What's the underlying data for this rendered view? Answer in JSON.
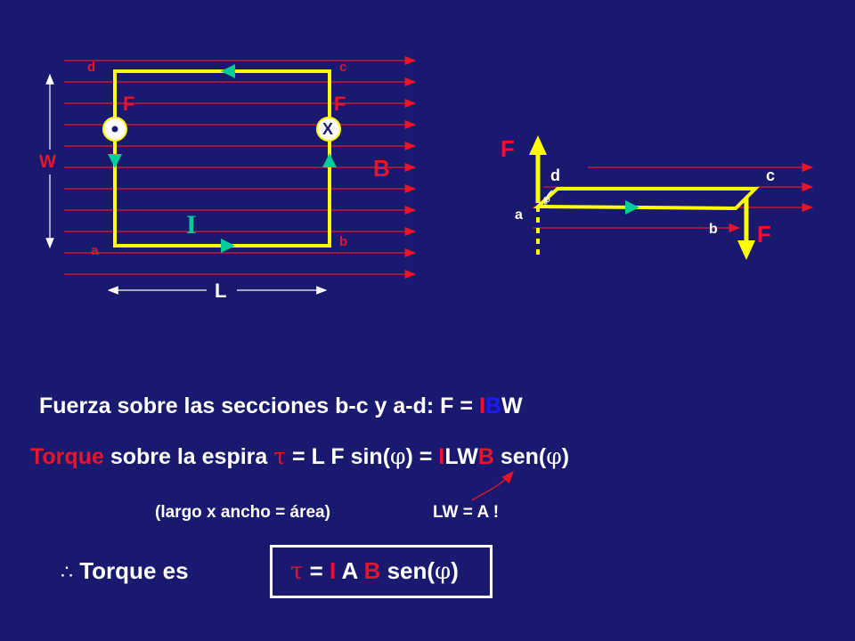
{
  "loop_diagram": {
    "corner_d": "d",
    "corner_c": "c",
    "corner_a": "a",
    "corner_b": "b",
    "force_left": "F",
    "force_right": "F",
    "into_page_symbol": "X",
    "width_label": "W",
    "length_label": "L",
    "field_label": "B",
    "current_label": "I"
  },
  "side_diagram": {
    "force_top": "F",
    "force_bottom": "F",
    "corner_d": "d",
    "corner_c": "c",
    "corner_a": "a",
    "corner_b": "b",
    "angle_symbol": "φ"
  },
  "line1": {
    "text": "Fuerza sobre las secciones b-c y a-d:  F = ",
    "I": "I",
    "B": "B",
    "W": "W"
  },
  "line2": {
    "torque_word": "Torque",
    "part1": " sobre la espira  ",
    "tau": "τ",
    "part2": " = L F sin(",
    "phi1": "φ",
    "part3": ") = ",
    "I": "I",
    "LW": "LW",
    "B": "B",
    "part4": " sen(",
    "phi2": "φ",
    "part5": ")"
  },
  "line3": {
    "text1": "(largo x ancho = área)",
    "text2": "LW = A !"
  },
  "line4": {
    "therefore": "∴",
    "text": "  Torque es",
    "tau": "τ",
    "eq": " = ",
    "I": "I",
    "A": " A ",
    "B": "B",
    "sen": " sen(",
    "phi": "φ",
    "close": ")"
  },
  "colors": {
    "background": "#191970",
    "field_lines": "#e8142a",
    "loop": "#ffff00",
    "arrows": "#00cc99",
    "force_arrow": "#ffff00"
  }
}
